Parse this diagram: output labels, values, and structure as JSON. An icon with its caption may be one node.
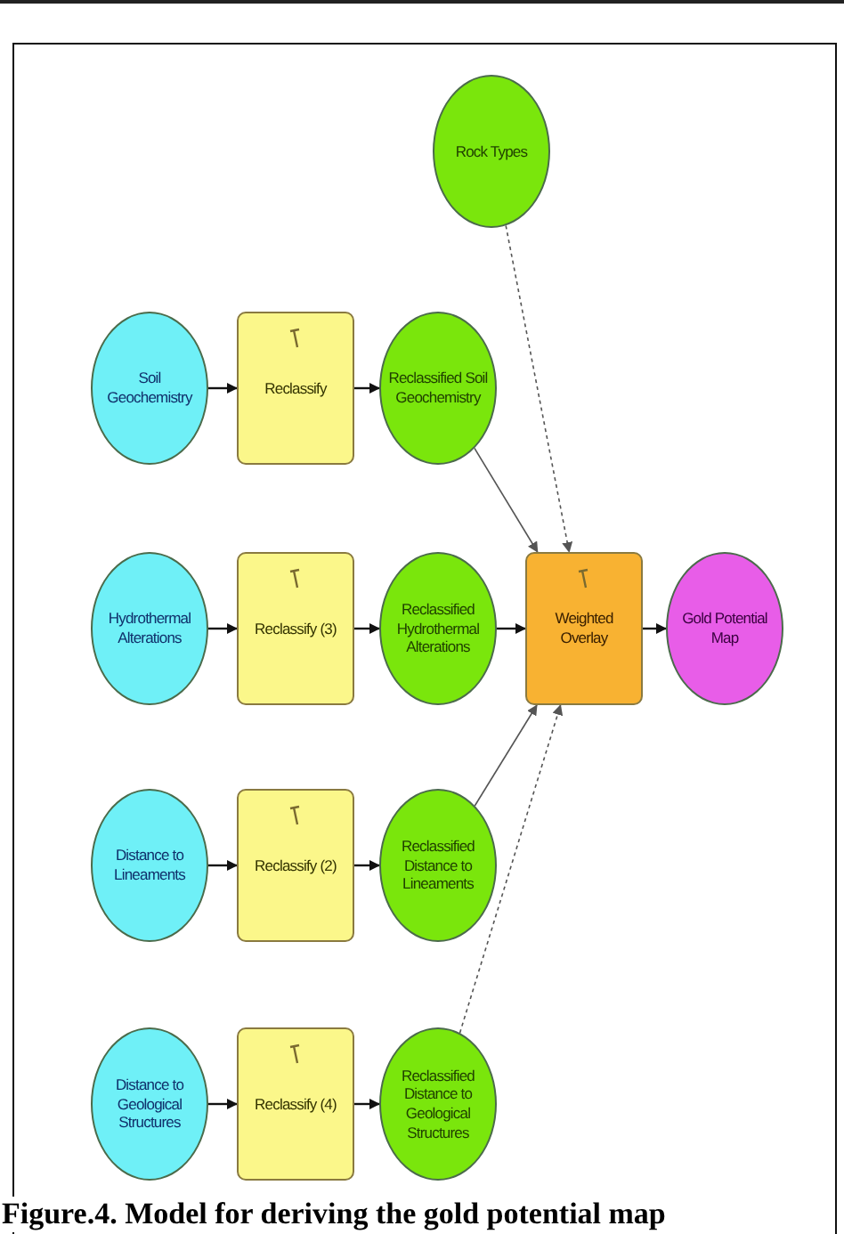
{
  "diagram": {
    "caption": "Figure.4. Model for deriving the gold potential map",
    "nodes": [
      {
        "text": [
          "Rock Types"
        ]
      },
      {
        "text": [
          "Soil Geochemistry"
        ]
      },
      {
        "text": [
          "Reclassify"
        ]
      },
      {
        "text": [
          "Reclassified Soil Geochemistry"
        ]
      },
      {
        "text": [
          "Hydrothermal Alterations"
        ]
      },
      {
        "text": [
          "Reclassify (3)"
        ]
      },
      {
        "text": [
          "Reclassified Hydrothermal Alterations"
        ]
      },
      {
        "text": [
          "Weighted Overlay"
        ]
      },
      {
        "text": [
          "Gold Potential Map"
        ]
      },
      {
        "text": [
          "Distance to Lineaments"
        ]
      },
      {
        "text": [
          "Reclassify (2)"
        ]
      },
      {
        "text": [
          "Reclassified Distance to Lineaments"
        ]
      },
      {
        "text": [
          "Distance to Geological Structures"
        ]
      },
      {
        "text": [
          "Reclassify (4)"
        ]
      },
      {
        "text": [
          "Reclassified Distance to Geological Structures"
        ]
      }
    ],
    "edges": [
      {
        "from": 1,
        "to": 2,
        "arrow": "to"
      },
      {
        "from": 2,
        "to": 3,
        "arrow": "to"
      },
      {
        "from": 4,
        "to": 5,
        "arrow": "to"
      },
      {
        "from": 5,
        "to": 6,
        "arrow": "to"
      },
      {
        "from": 6,
        "to": 7,
        "arrow": "to"
      },
      {
        "from": 7,
        "to": 8,
        "arrow": "to"
      },
      {
        "from": 9,
        "to": 10,
        "arrow": "to"
      },
      {
        "from": 10,
        "to": 11,
        "arrow": "to"
      },
      {
        "from": 12,
        "to": 13,
        "arrow": "to"
      },
      {
        "from": 13,
        "to": 14,
        "arrow": "to"
      },
      {
        "from": 0,
        "to": 7,
        "arrow": "to",
        "style": "dashed",
        "color": "#555555"
      },
      {
        "from": 3,
        "to": 7,
        "arrow": "to",
        "color": "#555555"
      },
      {
        "from": 11,
        "to": 7,
        "arrow": "to",
        "color": "#555555"
      },
      {
        "from": 14,
        "to": 7,
        "arrow": "to",
        "style": "dashed",
        "color": "#555555"
      }
    ]
  }
}
